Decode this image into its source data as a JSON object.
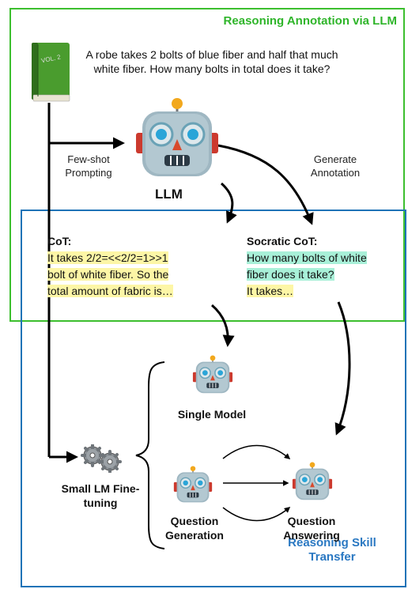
{
  "title_top": "Reasoning Annotation via LLM",
  "title_bottom": "Reasoning Skill Transfer",
  "book": {
    "label": "VOL. 2"
  },
  "question": "A robe takes 2 bolts of blue fiber and half that much white fiber.  How many bolts in total does it take?",
  "few_shot": "Few-shot Prompting",
  "generate_annotation": "Generate Annotation",
  "llm_label": "LLM",
  "cot": {
    "heading": "CoT:",
    "line1": "It takes 2/2=<<2/2=1>>1",
    "line2": "bolt of white fiber. So the",
    "line3": "total amount of fabric is…"
  },
  "socratic": {
    "heading": "Socratic CoT:",
    "line1": "How many bolts of white",
    "line2": "fiber does it take?",
    "line3": "It takes…"
  },
  "single_model": "Single Model",
  "small_lm": "Small LM Fine-tuning",
  "question_generation": "Question Generation",
  "question_answering": "Question Answering",
  "colors": {
    "green": "#3cbf2e",
    "blue": "#1f73b7",
    "highlight_yellow": "#fdf6a6",
    "highlight_teal": "#a8f0d8"
  },
  "icons": [
    "book-icon",
    "robot-icon",
    "gears-icon"
  ]
}
